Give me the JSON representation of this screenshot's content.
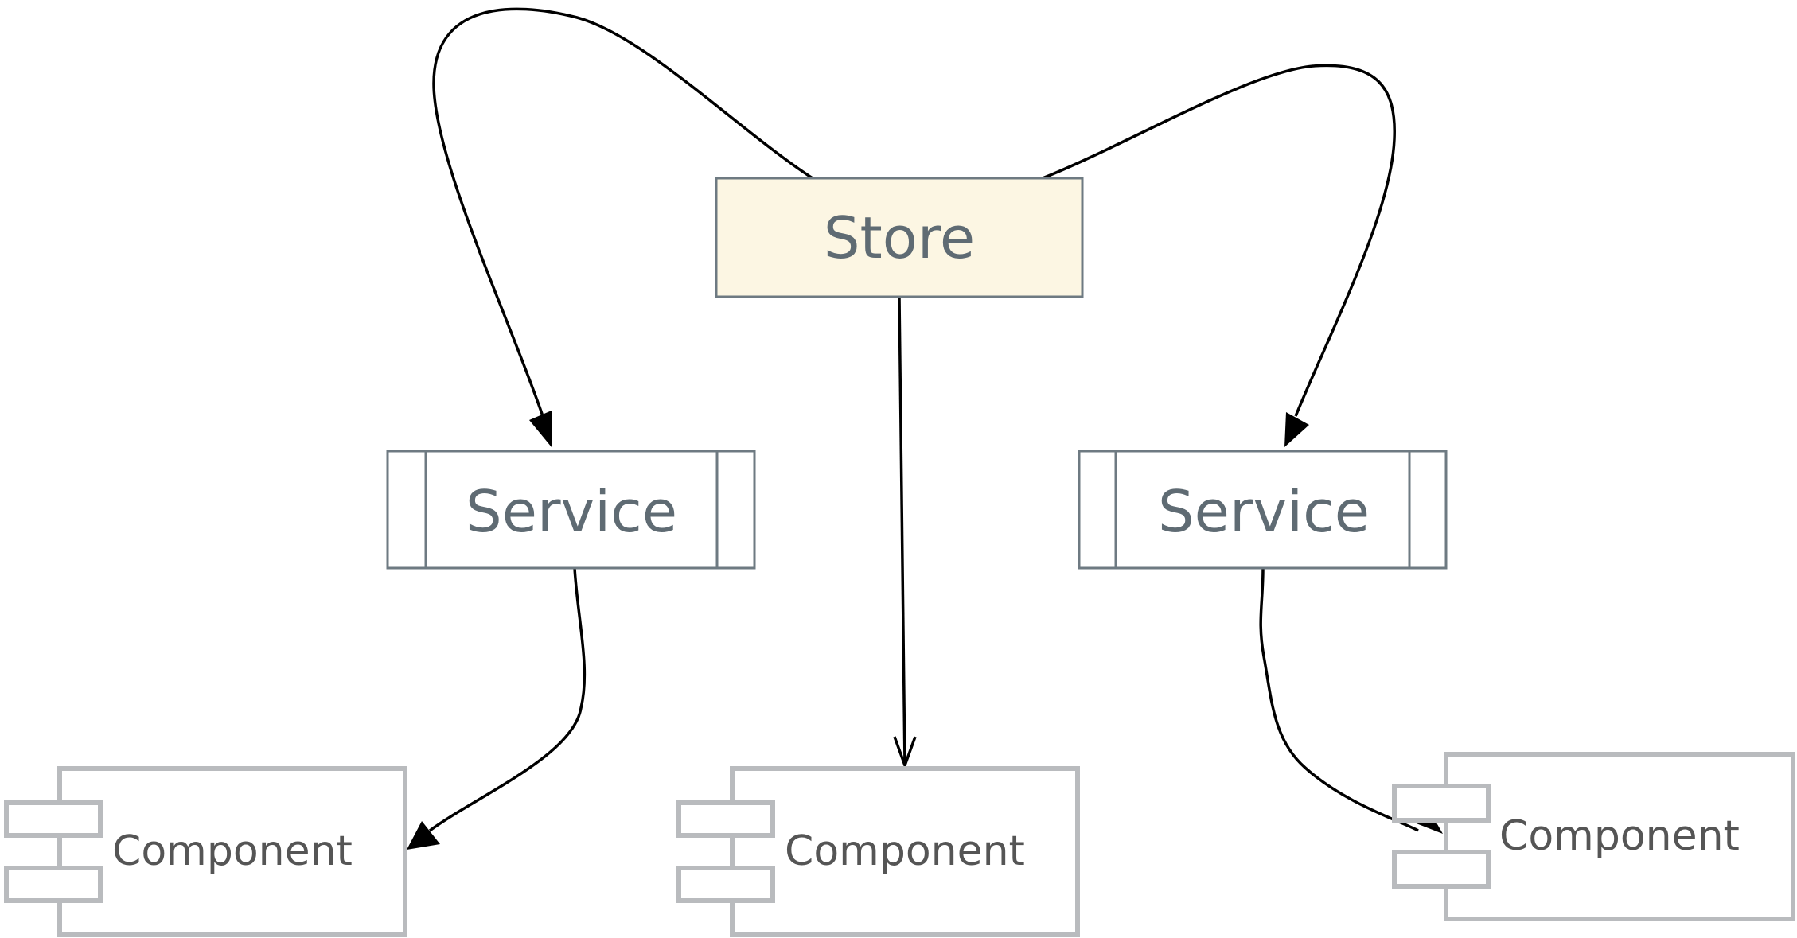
{
  "nodes": {
    "store": {
      "label": "Store",
      "fill": "#fcf6e3",
      "stroke": "#6e7a82"
    },
    "service_left": {
      "label": "Service"
    },
    "service_right": {
      "label": "Service"
    },
    "component_left": {
      "label": "Component"
    },
    "component_center": {
      "label": "Component"
    },
    "component_right": {
      "label": "Component"
    }
  },
  "colors": {
    "service_stroke": "#6e7a82",
    "component_stroke": "#b9bbbe",
    "edge": "#000000"
  }
}
